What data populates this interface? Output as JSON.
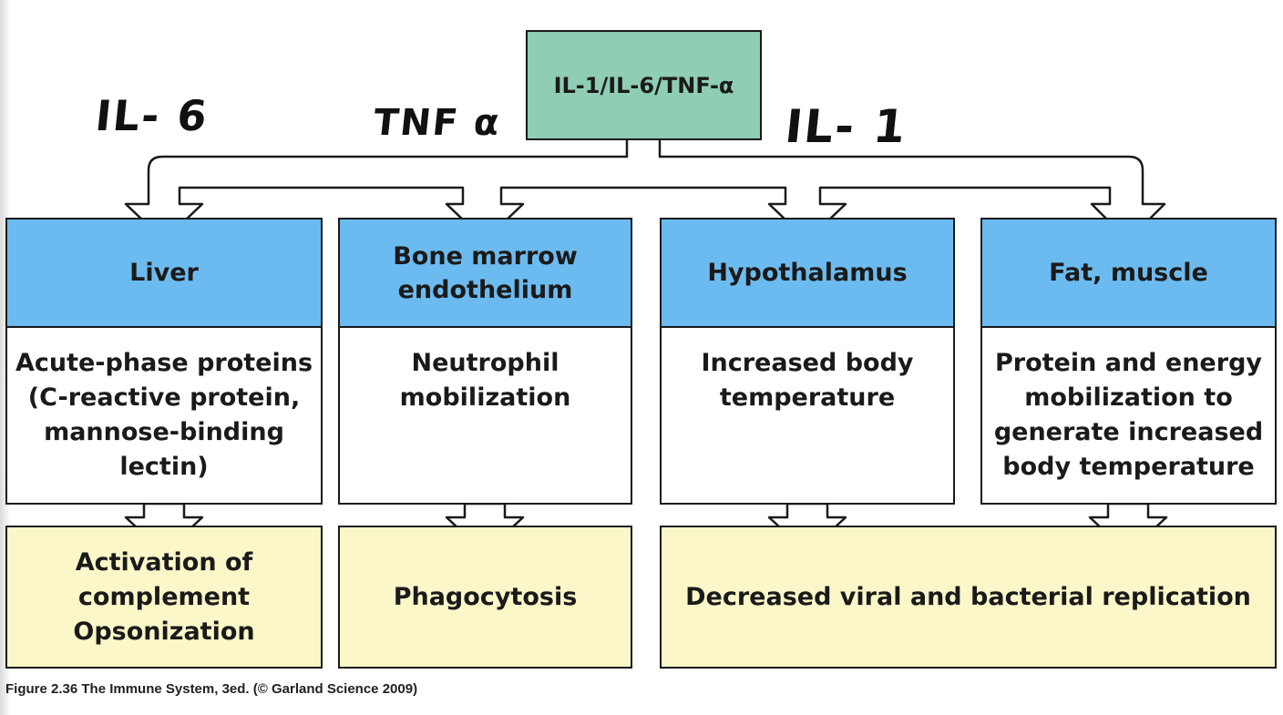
{
  "top_node": {
    "label": "IL-1/IL-6/TNF-α"
  },
  "handwritten": {
    "left": "IL- 6",
    "middle": "TNF α",
    "right": "IL- 1"
  },
  "organs": [
    {
      "name": "Liver",
      "effect": "Acute-phase proteins\n(C-reactive protein,\nmannose-binding\nlectin)"
    },
    {
      "name": "Bone marrow\nendothelium",
      "effect": "Neutrophil\nmobilization"
    },
    {
      "name": "Hypothalamus",
      "effect": "Increased body\ntemperature"
    },
    {
      "name": "Fat, muscle",
      "effect": "Protein and energy\nmobilization to\ngenerate increased\nbody temperature"
    }
  ],
  "outcomes": [
    "Activation of\ncomplement\nOpsonization",
    "Phagocytosis",
    "Decreased viral and bacterial replication"
  ],
  "caption": "Figure 2.36 The Immune System, 3ed. (© Garland Science 2009)",
  "colors": {
    "top_node": "#8fcdb5",
    "organ_header": "#6cbbf0",
    "outcome": "#fbf7c8",
    "border": "#1a1a1a"
  }
}
